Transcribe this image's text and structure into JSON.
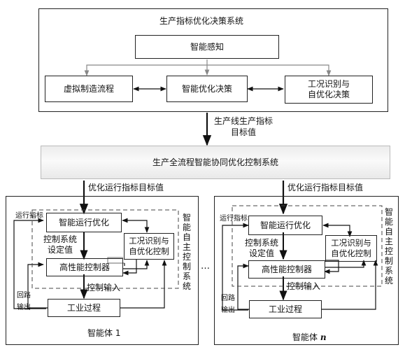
{
  "top_system": {
    "title": "生产指标优化决策系统",
    "perception": "智能感知",
    "virtual_flow": "虚拟制造流程",
    "smart_decision": "智能优化决策",
    "condition_recognition": "工况识别与\n自优化决策"
  },
  "link_top": "生产线生产指标\n目标值",
  "middle_system": {
    "title": "生产全流程智能协同优化控制系统"
  },
  "agents": [
    {
      "input_label": "优化运行指标目标值",
      "run_index": "运行指标",
      "optimization": "智能运行优化",
      "setpoint": "控制系统\n设定值",
      "recognition": "工况识别与\n自优化控制",
      "controller": "高性能控制器",
      "control_input": "控制输入",
      "loop_output": "回路\n输出",
      "process": "工业过程",
      "autonomy_label": "智能自主控制系统",
      "caption": "智能体 1"
    },
    {
      "input_label": "优化运行指标目标值",
      "run_index": "运行指标",
      "optimization": "智能运行优化",
      "setpoint": "控制系统\n设定值",
      "recognition": "工况识别与\n自优化控制",
      "controller": "高性能控制器",
      "control_input": "控制输入",
      "loop_output": "回路\n输出",
      "process": "工业过程",
      "autonomy_label": "智能自主控制系统",
      "caption_prefix": "智能体 ",
      "caption_n": "n"
    }
  ],
  "ellipsis": "…"
}
